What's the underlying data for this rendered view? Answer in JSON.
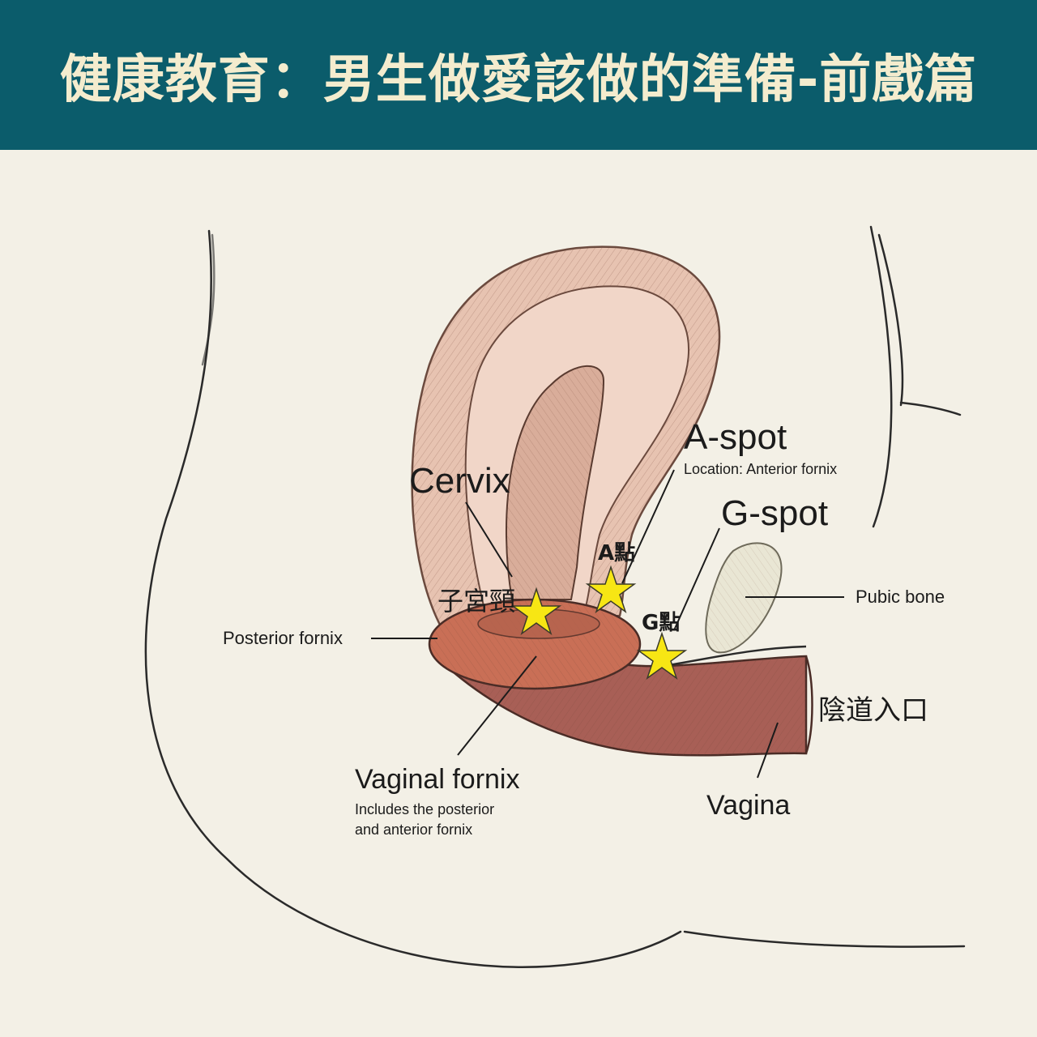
{
  "title": "健康教育：男生做愛該做的準備-前戲篇",
  "colors": {
    "banner": "#0b5c6b",
    "title_text": "#f4ecce",
    "background": "#f3f0e6",
    "uterus": "#e7c3b1",
    "fornix_ring": "#c96f56",
    "vagina": "#a85f56",
    "pubic_bone": "#e9e6d4",
    "star": "#f7e614"
  },
  "labels": {
    "a_spot": "A-spot",
    "a_spot_location": "Location: Anterior fornix",
    "g_spot": "G-spot",
    "cervix": "Cervix",
    "cervix_zh": "子宮頸",
    "a_point_zh": "A點",
    "g_point_zh": "G點",
    "pubic_bone": "Pubic bone",
    "posterior_fornix": "Posterior fornix",
    "vaginal_entrance_zh": "陰道入口",
    "vaginal_fornix": "Vaginal fornix",
    "vaginal_fornix_note_1": "Includes the posterior",
    "vaginal_fornix_note_2": "and anterior fornix",
    "vagina": "Vagina"
  },
  "markers": [
    "star",
    "star",
    "star"
  ]
}
